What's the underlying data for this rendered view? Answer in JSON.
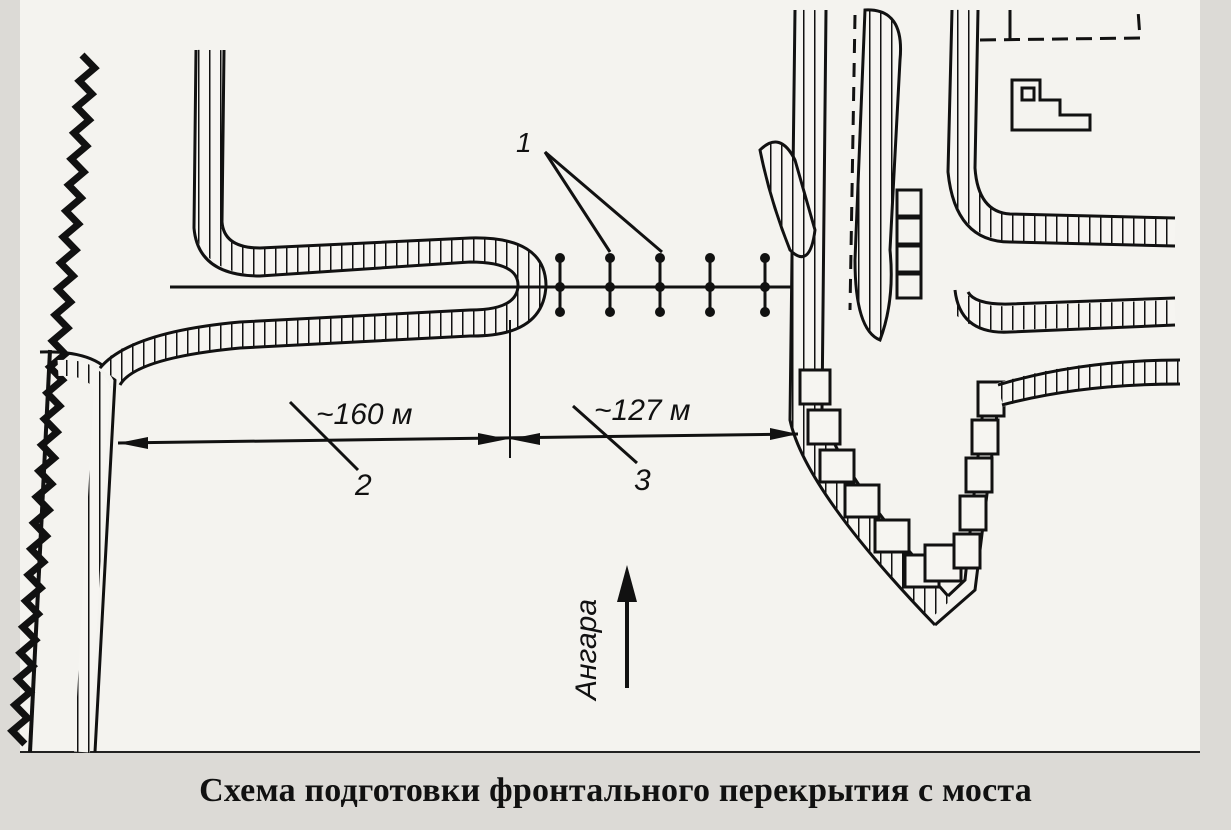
{
  "diagram": {
    "callouts": {
      "obstacle_marker": "1",
      "span_left_marker": "2",
      "span_right_marker": "3"
    },
    "distances": {
      "left": "~160 м",
      "right": "~127 м"
    },
    "river_label": "Ангара",
    "caption": "Схема подготовки фронтального перекрытия с моста"
  }
}
